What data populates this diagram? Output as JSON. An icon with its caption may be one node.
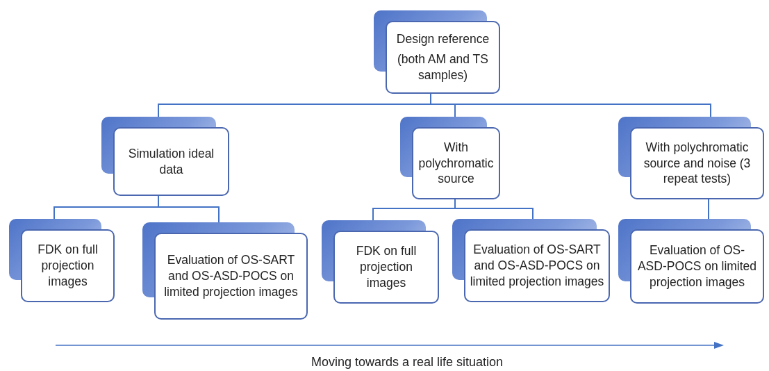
{
  "diagram": {
    "nodes": [
      {
        "text": [
          "Design reference",
          "(both AM and TS samples)"
        ]
      },
      {
        "text": [
          "Simulation ideal data"
        ]
      },
      {
        "text": [
          "With polychromatic source"
        ]
      },
      {
        "text": [
          "With polychromatic source and noise (3 repeat tests)"
        ]
      },
      {
        "text": [
          "FDK on full projection images"
        ]
      },
      {
        "text": [
          "Evaluation of OS-SART and OS-ASD-POCS on limited projection images"
        ]
      },
      {
        "text": [
          "FDK on full projection images"
        ]
      },
      {
        "text": [
          "Evaluation of OS-SART and OS-ASD-POCS on limited projection images"
        ]
      },
      {
        "text": [
          "Evaluation of OS-ASD-POCS on limited projection images"
        ]
      }
    ],
    "edges": [
      {
        "from": 0,
        "to": 1,
        "arrow": "none"
      },
      {
        "from": 0,
        "to": 2,
        "arrow": "none"
      },
      {
        "from": 0,
        "to": 3,
        "arrow": "none"
      },
      {
        "from": 1,
        "to": 4,
        "arrow": "none"
      },
      {
        "from": 1,
        "to": 5,
        "arrow": "none"
      },
      {
        "from": 2,
        "to": 6,
        "arrow": "none"
      },
      {
        "from": 2,
        "to": 7,
        "arrow": "none"
      },
      {
        "from": 3,
        "to": 8,
        "arrow": "none"
      }
    ],
    "labels": [
      "Moving towards a real life situation"
    ]
  }
}
